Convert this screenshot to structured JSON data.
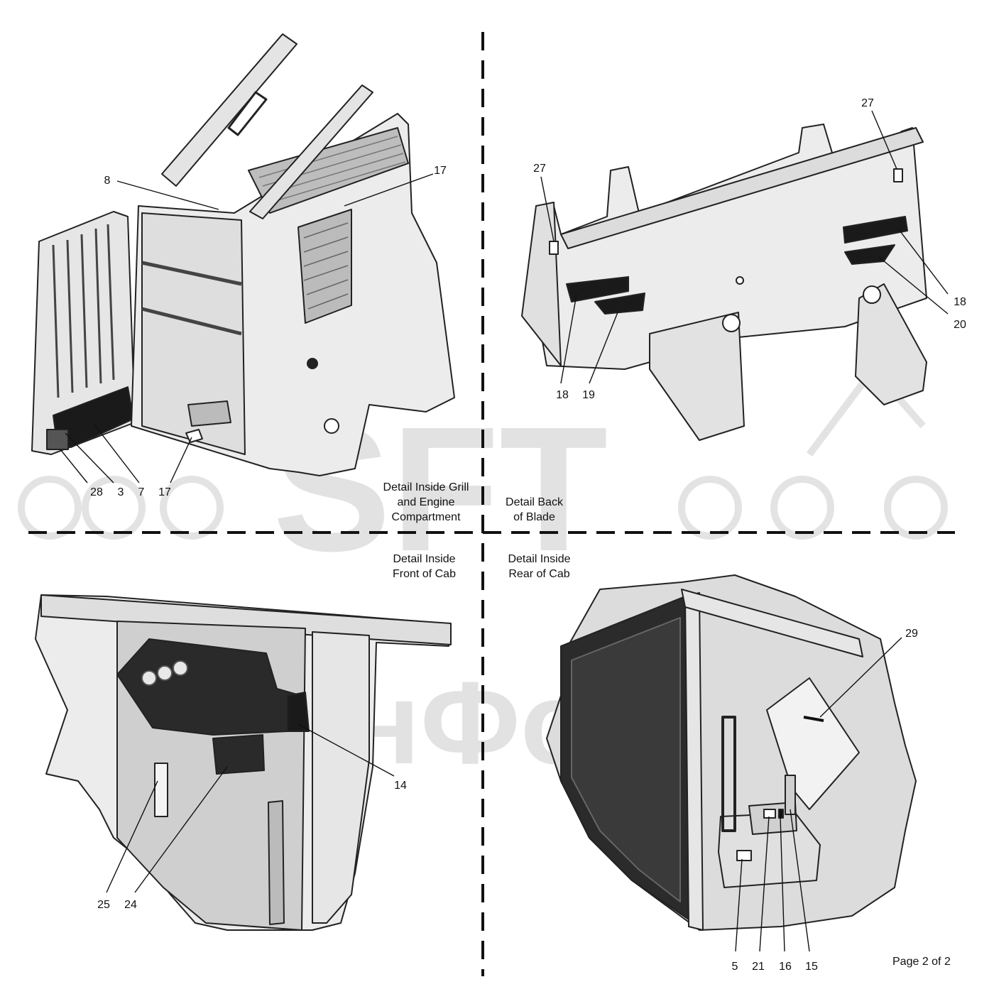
{
  "watermark": {
    "brand": "SFT",
    "company": "СканФорТек"
  },
  "captions": {
    "grill": [
      "Detail Inside Grill",
      "and Engine",
      "Compartment"
    ],
    "blade": [
      "Detail Back",
      "of Blade"
    ],
    "front_cab": [
      "Detail Inside",
      "Front of Cab"
    ],
    "rear_cab": [
      "Detail Inside",
      "Rear of Cab"
    ]
  },
  "callouts": {
    "grill": [
      "8",
      "17",
      "28",
      "3",
      "7",
      "17"
    ],
    "blade": [
      "27",
      "27",
      "18",
      "20",
      "18",
      "19"
    ],
    "front_cab": [
      "14",
      "25",
      "24"
    ],
    "rear_cab": [
      "29",
      "5",
      "21",
      "16",
      "15"
    ]
  },
  "footer": {
    "page": "Page 2 of 2"
  }
}
